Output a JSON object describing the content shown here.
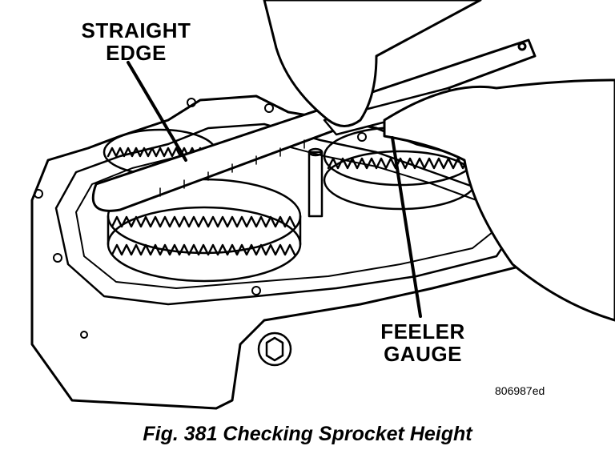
{
  "callouts": {
    "straight_edge_line1": "STRAIGHT",
    "straight_edge_line2": "EDGE",
    "feeler_gauge_line1": "FEELER",
    "feeler_gauge_line2": "GAUGE"
  },
  "figure_code": "806987ed",
  "caption": "Fig. 381 Checking Sprocket Height",
  "colors": {
    "ink": "#000000",
    "paper": "#ffffff"
  }
}
